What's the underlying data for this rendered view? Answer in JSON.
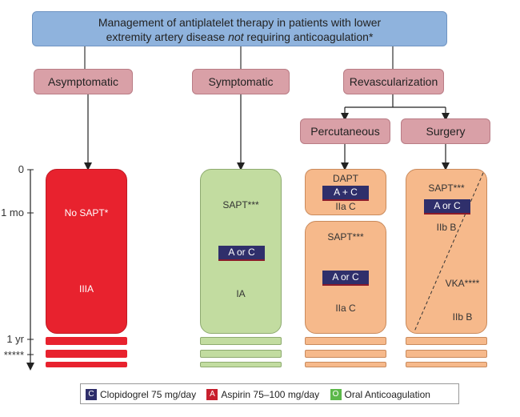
{
  "header": {
    "title_line1": "Management of antiplatelet therapy in patients with lower",
    "title_line2_pre": "extremity artery disease ",
    "title_line2_em": "not",
    "title_line2_post": " requiring anticoagulation*"
  },
  "categories": {
    "asymptomatic": "Asymptomatic",
    "symptomatic": "Symptomatic",
    "revascularization": "Revascularization",
    "percutaneous": "Percutaneous",
    "surgery": "Surgery"
  },
  "timeline": {
    "t0": "0",
    "t1mo": "1 mo",
    "t1yr": "1 yr",
    "tlong": "*****"
  },
  "columns": {
    "asymptomatic": {
      "therapy": "No SAPT*",
      "class": "IIIA"
    },
    "symptomatic": {
      "therapy": "SAPT***",
      "drug": "A or C",
      "class": "IA"
    },
    "percutaneous": {
      "early_therapy": "DAPT",
      "early_drug": "A + C",
      "early_class": "IIa C",
      "late_therapy": "SAPT***",
      "late_drug": "A or C",
      "late_class": "IIa C"
    },
    "surgery": {
      "therapy": "SAPT***",
      "drug": "A or C",
      "class1": "IIb B",
      "alt_therapy": "VKA****",
      "class2": "IIb B"
    }
  },
  "legend": {
    "c_icon": "C",
    "c_label": "Clopidogrel 75 mg/day",
    "a_icon": "A",
    "a_label": "Aspirin 75–100 mg/day",
    "o_icon": "O",
    "o_label": "Oral Anticoagulation"
  },
  "colors": {
    "red": "#e8222e",
    "green": "#c2dca0",
    "orange": "#f6b98b",
    "title_blue": "#8fb3dd",
    "category_pink": "#d9a0a7",
    "drug_navy": "#2f2f6b",
    "anticoag_green": "#5cb84a"
  }
}
